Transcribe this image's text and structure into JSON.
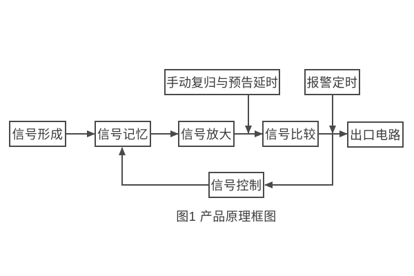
{
  "diagram": {
    "caption": "图1 产品原理框图",
    "blocks": {
      "signal_formation": {
        "label": "信号形成"
      },
      "signal_memory": {
        "label": "信号记忆"
      },
      "signal_amplification": {
        "label": "信号放大"
      },
      "signal_comparison": {
        "label": "信号比较"
      },
      "output_circuit": {
        "label": "出口电路"
      },
      "manual_reset_delay": {
        "label": "手动复归与预告延时"
      },
      "alarm_timing": {
        "label": "报警定时"
      },
      "signal_control": {
        "label": "信号控制"
      }
    },
    "connections": [
      "signal_formation -> signal_memory",
      "signal_memory -> signal_amplification",
      "signal_amplification -> signal_comparison",
      "signal_comparison -> output_circuit",
      "manual_reset_delay -> (amplification-comparison link)",
      "alarm_timing -> (comparison-output link)",
      "alarm_timing branch -> signal_control",
      "signal_control -> signal_memory"
    ]
  },
  "colors": {
    "line": "#4a4a4a",
    "text": "#3a3a3a",
    "background": "#ffffff"
  }
}
